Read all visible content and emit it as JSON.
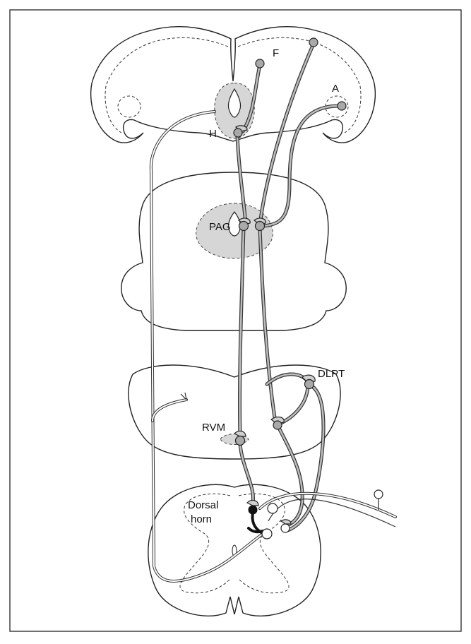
{
  "labels": {
    "f": "F",
    "a": "A",
    "h": "H",
    "pag": "PAG",
    "dlpt": "DLPT",
    "rvm": "RVM",
    "dorsal": "Dorsal",
    "horn": "horn"
  },
  "colors": {
    "shaded_region": "#d6d6d6",
    "axon_fill": "#bcbcbc",
    "cell_body": "#a9a9a9",
    "outline": "#222222",
    "interneuron": "#111111"
  }
}
